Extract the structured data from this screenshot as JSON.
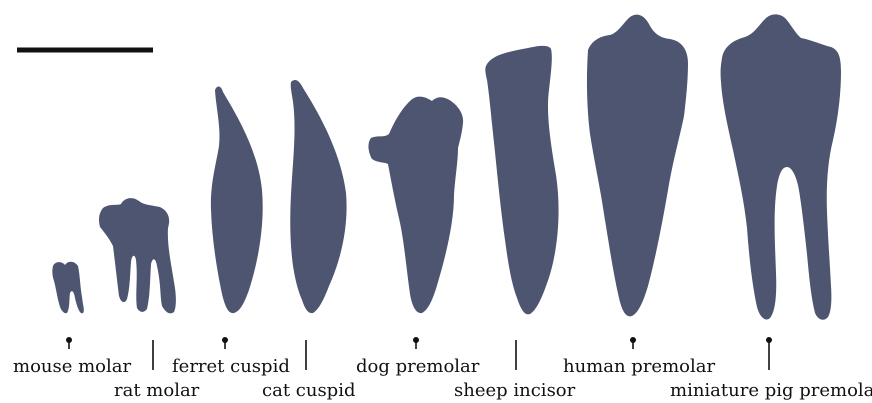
{
  "colors": {
    "tooth": "#4e5571",
    "ink": "#111111",
    "background": "#ffffff"
  },
  "scale_bar": {
    "present": true
  },
  "teeth": [
    {
      "id": "mouse",
      "label": "mouse molar"
    },
    {
      "id": "rat",
      "label": "rat molar"
    },
    {
      "id": "ferret",
      "label": "ferret cuspid"
    },
    {
      "id": "cat",
      "label": "cat cuspid"
    },
    {
      "id": "dog",
      "label": "dog premolar"
    },
    {
      "id": "sheep",
      "label": "sheep incisor"
    },
    {
      "id": "human",
      "label": "human premolar"
    },
    {
      "id": "pig",
      "label": "miniature pig premolar"
    }
  ]
}
